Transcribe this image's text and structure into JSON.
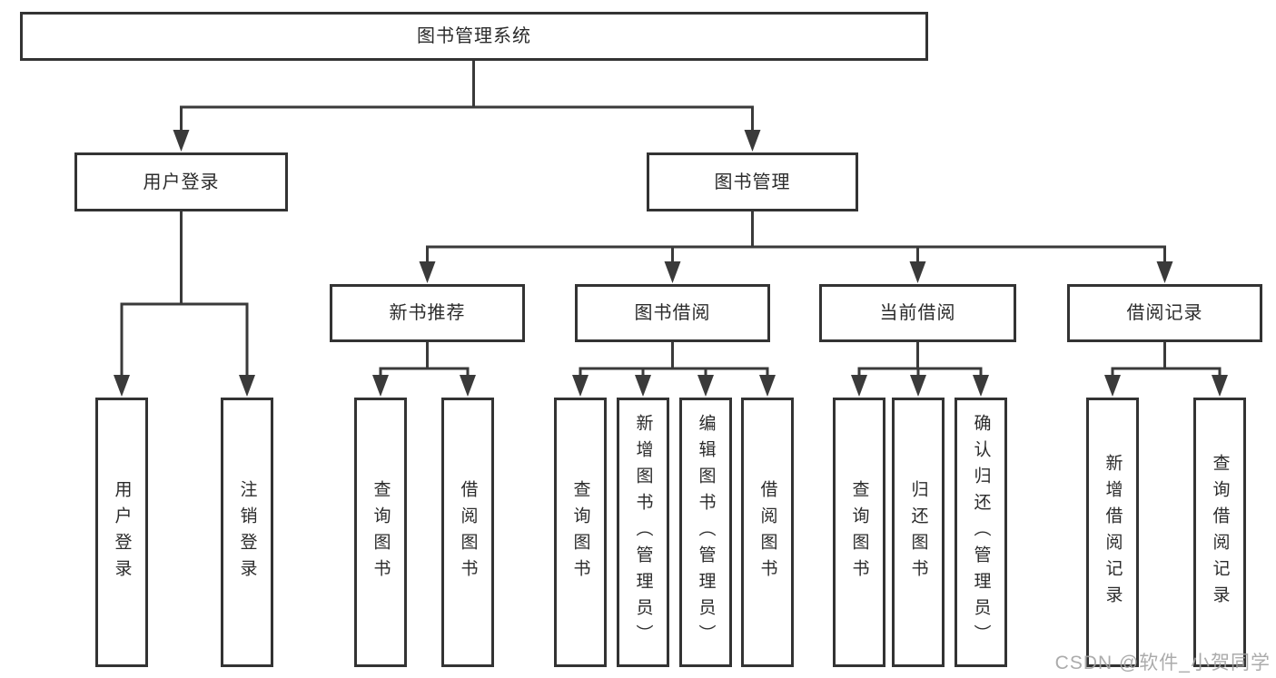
{
  "title": "图书管理系统",
  "watermark": "CSDN @软件_小贺同学",
  "colors": {
    "line": "#3a3a3a",
    "box_border": "#333333",
    "box_fill": "#ffffff",
    "text": "#2b2b2b",
    "watermark": "#a3a3a3"
  },
  "nodes": {
    "root": {
      "label": "图书管理系统"
    },
    "level2": [
      {
        "id": "user-login",
        "label": "用户登录"
      },
      {
        "id": "book-management",
        "label": "图书管理"
      }
    ],
    "level3": [
      {
        "id": "new-book-recommend",
        "label": "新书推荐",
        "parent": "book-management"
      },
      {
        "id": "book-borrow",
        "label": "图书借阅",
        "parent": "book-management"
      },
      {
        "id": "current-borrow",
        "label": "当前借阅",
        "parent": "book-management"
      },
      {
        "id": "borrow-records",
        "label": "借阅记录",
        "parent": "book-management"
      }
    ],
    "leaves": [
      {
        "parent": "user-login",
        "label": "用户登录"
      },
      {
        "parent": "user-login",
        "label": "注销登录"
      },
      {
        "parent": "new-book-recommend",
        "label": "查询图书"
      },
      {
        "parent": "new-book-recommend",
        "label": "借阅图书"
      },
      {
        "parent": "book-borrow",
        "label": "查询图书"
      },
      {
        "parent": "book-borrow",
        "label": "新增图书（管理员）"
      },
      {
        "parent": "book-borrow",
        "label": "编辑图书（管理员）"
      },
      {
        "parent": "book-borrow",
        "label": "借阅图书"
      },
      {
        "parent": "current-borrow",
        "label": "查询图书"
      },
      {
        "parent": "current-borrow",
        "label": "归还图书"
      },
      {
        "parent": "current-borrow",
        "label": "确认归还（管理员）"
      },
      {
        "parent": "borrow-records",
        "label": "新增借阅记录"
      },
      {
        "parent": "borrow-records",
        "label": "查询借阅记录"
      }
    ]
  }
}
